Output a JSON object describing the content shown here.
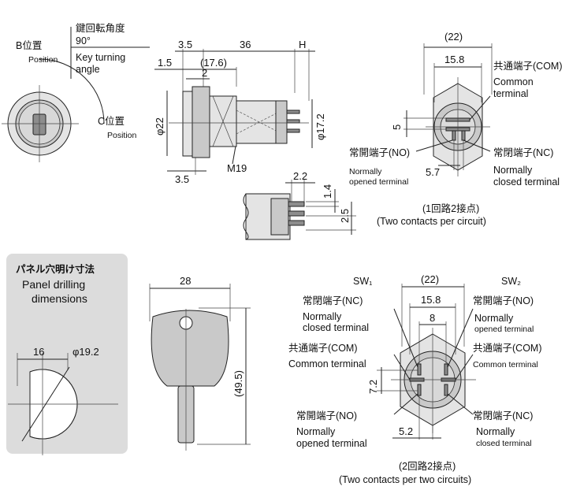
{
  "front_view": {
    "b_position_jp": "B位置",
    "b_position_en": "Position",
    "angle_jp": "鍵回転角度",
    "angle_value": "90°",
    "angle_en_1": "Key turning",
    "angle_en_2": "angle",
    "c_position_jp": "C位置",
    "c_position_en": "Position"
  },
  "side_view": {
    "dim_3_5_top": "3.5",
    "dim_36": "36",
    "dim_h": "H",
    "dim_1_5": "1.5",
    "dim_17_6": "(17.6)",
    "dim_2": "2",
    "dim_phi22": "φ22",
    "dim_phi17_2": "φ17.2",
    "dim_3_5_bottom": "3.5",
    "thread": "M19"
  },
  "terminal_detail": {
    "dim_2_2": "2.2",
    "dim_1_4": "1.4",
    "dim_2_5": "2.5"
  },
  "one_circuit": {
    "dim_22": "(22)",
    "dim_15_8": "15.8",
    "dim_5": "5",
    "dim_5_7": "5.7",
    "com_jp": "共通端子(COM)",
    "com_en_1": "Common",
    "com_en_2": "terminal",
    "no_jp": "常開端子(NO)",
    "no_en_1": "Normally",
    "no_en_2": "opened terminal",
    "nc_jp": "常閉端子(NC)",
    "nc_en_1": "Normally",
    "nc_en_2": "closed terminal",
    "caption_jp": "(1回路2接点)",
    "caption_en": "(Two contacts per circuit)"
  },
  "panel": {
    "title_jp": "パネル穴明け寸法",
    "title_en_1": "Panel drilling",
    "title_en_2": "dimensions",
    "dim_16": "16",
    "dim_phi19_2": "φ19.2"
  },
  "key": {
    "dim_28": "28",
    "dim_49_5": "(49.5)"
  },
  "two_circuit": {
    "sw1": "SW₁",
    "sw2": "SW₂",
    "dim_22": "(22)",
    "dim_15_8": "15.8",
    "dim_8": "8",
    "dim_7_2": "7.2",
    "dim_5_2": "5.2",
    "nc_jp_left": "常閉端子(NC)",
    "nc_en_left_1": "Normally",
    "nc_en_left_2": "closed terminal",
    "no_jp_right": "常開端子(NO)",
    "no_en_right_1": "Normally",
    "no_en_right_2": "opened terminal",
    "com_jp_left": "共通端子(COM)",
    "com_en_left": "Common terminal",
    "com_jp_right": "共通端子(COM)",
    "com_en_right": "Common terminal",
    "no_jp_left": "常開端子(NO)",
    "no_en_left_1": "Normally",
    "no_en_left_2": "opened terminal",
    "nc_jp_right": "常閉端子(NC)",
    "nc_en_right_1": "Normally",
    "nc_en_right_2": "closed terminal",
    "caption_jp": "(2回路2接点)",
    "caption_en": "(Two contacts per two circuits)"
  }
}
